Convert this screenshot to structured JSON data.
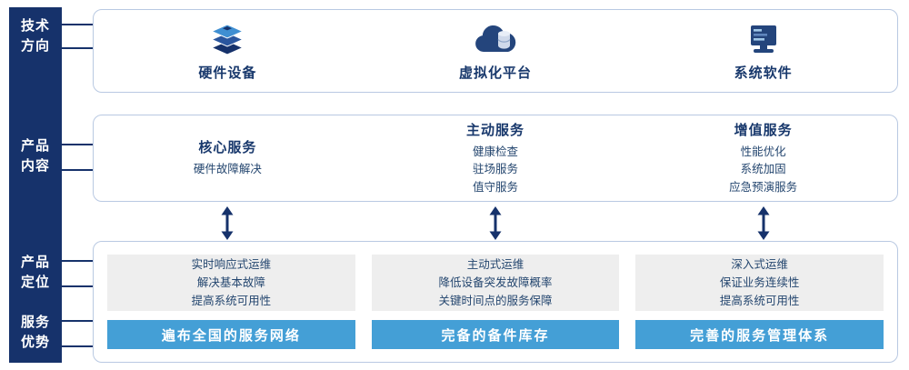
{
  "colors": {
    "rail_navy": "#16326b",
    "title_navy": "#18386c",
    "body_navy": "#24466f",
    "banner_blue": "#449fd6",
    "gray_box": "#eeeeee",
    "panel_border": "#b9c9e2"
  },
  "left_rail": {
    "items": [
      {
        "id": "tech-direction",
        "label": "技术\n方向"
      },
      {
        "id": "product-content",
        "label": "产品\n内容"
      },
      {
        "id": "product-positioning",
        "label": "产品\n定位"
      },
      {
        "id": "service-advantage",
        "label": "服务\n优势"
      }
    ]
  },
  "tech_row": {
    "items": [
      {
        "icon": "hardware-stack-icon",
        "label": "硬件设备"
      },
      {
        "icon": "cloud-platform-icon",
        "label": "虚拟化平台"
      },
      {
        "icon": "system-software-icon",
        "label": "系统软件"
      }
    ]
  },
  "service_row": {
    "columns": [
      {
        "title": "核心服务",
        "lines": [
          "硬件故障解决"
        ]
      },
      {
        "title": "主动服务",
        "lines": [
          "健康检查",
          "驻场服务",
          "值守服务"
        ]
      },
      {
        "title": "增值服务",
        "lines": [
          "性能优化",
          "系统加固",
          "应急预演服务"
        ]
      }
    ]
  },
  "positioning_row": {
    "columns": [
      {
        "lines": [
          "实时响应式运维",
          "解决基本故障",
          "提高系统可用性"
        ],
        "banner": "遍布全国的服务网络"
      },
      {
        "lines": [
          "主动式运维",
          "降低设备突发故障概率",
          "关键时间点的服务保障"
        ],
        "banner": "完备的备件库存"
      },
      {
        "lines": [
          "深入式运维",
          "保证业务连续性",
          "提高系统可用性"
        ],
        "banner": "完善的服务管理体系"
      }
    ]
  }
}
